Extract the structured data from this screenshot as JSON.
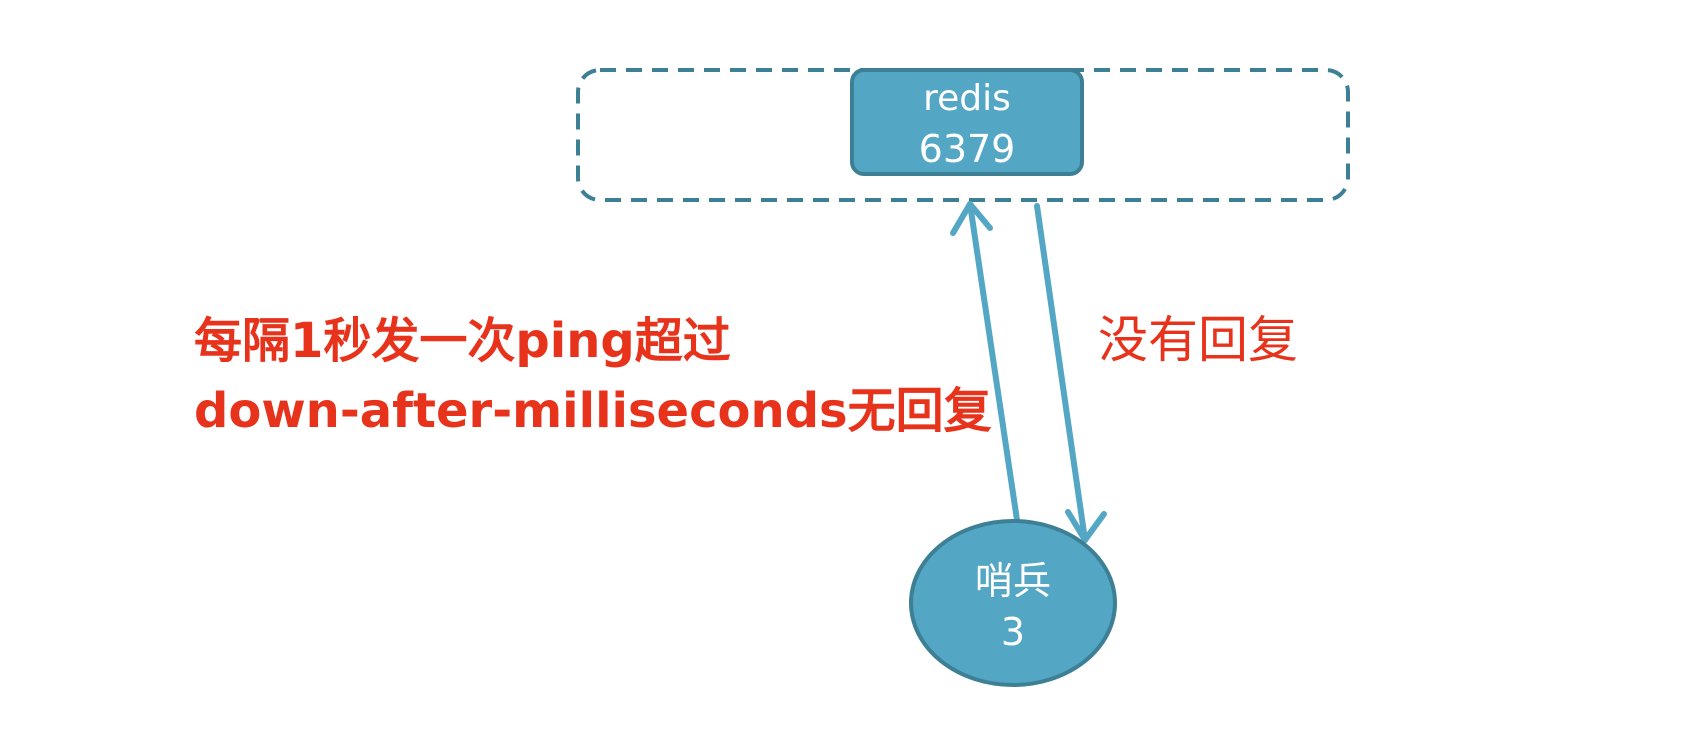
{
  "colors": {
    "node_fill": "#53a7c4",
    "node_border": "#3d7f95",
    "dashed_border": "#3d7f95",
    "arrow": "#53a7c4",
    "annotation": "#e8331c",
    "background": "#ffffff"
  },
  "redis_node": {
    "line1": "redis",
    "line2": "6379"
  },
  "sentinel_node": {
    "line1": "哨兵",
    "line2": "3"
  },
  "annotation_left": {
    "line1": "每隔1秒发一次ping超过",
    "line2": "down-after-milliseconds无回复"
  },
  "annotation_right": {
    "line1": "没有回复"
  },
  "arrows": [
    {
      "from": "sentinel",
      "to": "redis",
      "meaning": "ping"
    },
    {
      "from": "redis",
      "to": "sentinel",
      "meaning": "reply"
    }
  ]
}
